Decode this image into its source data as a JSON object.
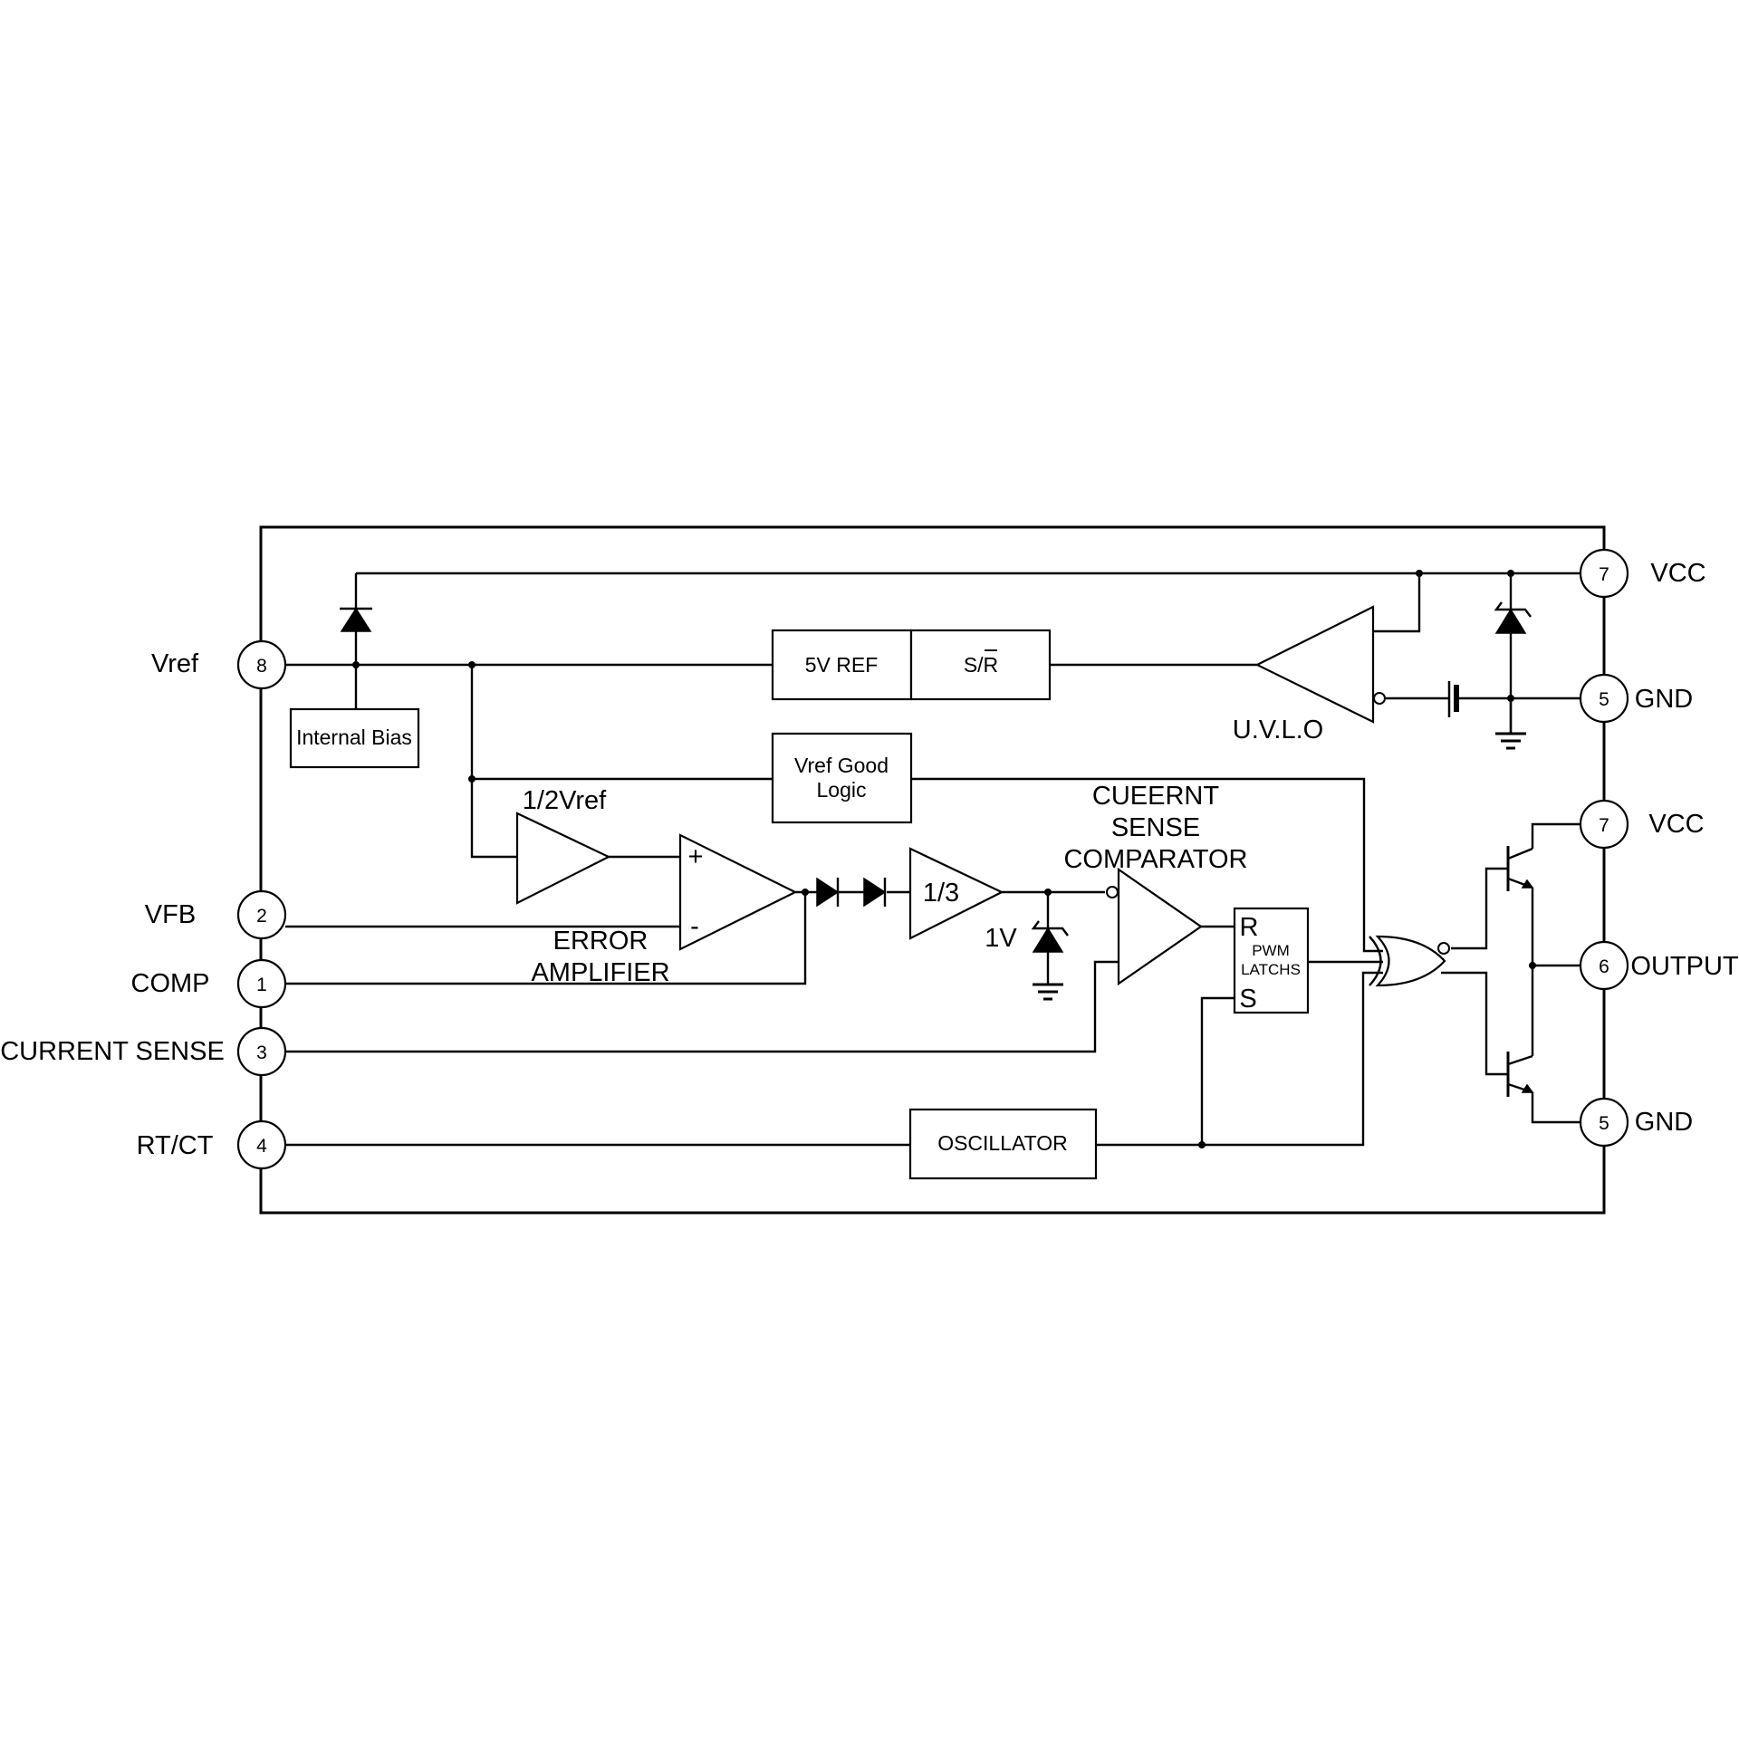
{
  "pins": {
    "vref": {
      "number": "8",
      "label": "Vref"
    },
    "vfb": {
      "number": "2",
      "label": "VFB"
    },
    "comp": {
      "number": "1",
      "label": "COMP"
    },
    "current_sense": {
      "number": "3",
      "label": "CURRENT SENSE"
    },
    "rt_ct": {
      "number": "4",
      "label": "RT/CT"
    },
    "vcc_top": {
      "number": "7",
      "label": "VCC"
    },
    "gnd_top": {
      "number": "5",
      "label": "GND"
    },
    "vcc_out": {
      "number": "7",
      "label": "VCC"
    },
    "output": {
      "number": "6",
      "label": "OUTPUT"
    },
    "gnd_out": {
      "number": "5",
      "label": "GND"
    }
  },
  "blocks": {
    "internal_bias": "Internal Bias",
    "ref_5v": "5V REF",
    "sr_s": "S/",
    "sr_rbar": "R",
    "vref_good_line1": "Vref Good",
    "vref_good_line2": "Logic",
    "oscillator": "OSCILLATOR",
    "pwm_latch_r": "R",
    "pwm_latch_s": "S",
    "pwm_latch_line1": "PWM",
    "pwm_latch_line2": "LATCHS"
  },
  "labels": {
    "uvlo": "U.V.L.O",
    "half_vref": "1/2Vref",
    "error_amp_line1": "ERROR",
    "error_amp_line2": "AMPLIFIER",
    "plus": "+",
    "minus": "-",
    "one_third": "1/3",
    "one_volt": "1V",
    "cs_comp_line1": "CUEERNT",
    "cs_comp_line2": "SENSE",
    "cs_comp_line3": "COMPARATOR"
  }
}
